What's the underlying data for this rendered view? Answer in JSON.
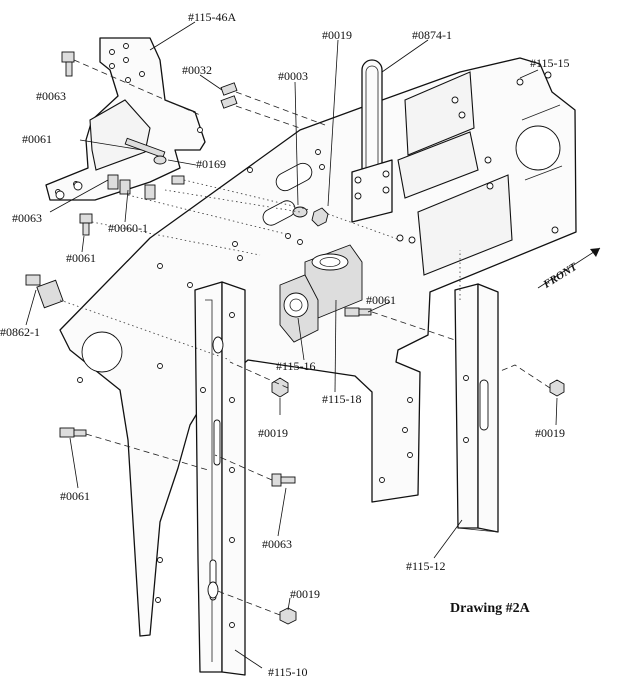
{
  "title": "Drawing #2A",
  "front_label": "FRONT",
  "parts": {
    "p115_46A": "#115-46A",
    "p0019_top": "#0019",
    "p0874_1": "#0874-1",
    "p0032": "#0032",
    "p0003": "#0003",
    "p115_15": "#115-15",
    "p0063_top": "#0063",
    "p0061_left": "#0061",
    "p0169": "#0169",
    "p0063_mid": "#0063",
    "p0060_1": "#0060-1",
    "p0061_mid": "#0061",
    "p0862_1": "#0862-1",
    "p0061_right": "#0061",
    "p115_16": "#115-16",
    "p115_18": "#115-18",
    "p0019_mid": "#0019",
    "p0019_right": "#0019",
    "p0061_low": "#0061",
    "p0063_low": "#0063",
    "p115_12": "#115-12",
    "p0019_low": "#0019",
    "p115_10": "#115-10"
  }
}
